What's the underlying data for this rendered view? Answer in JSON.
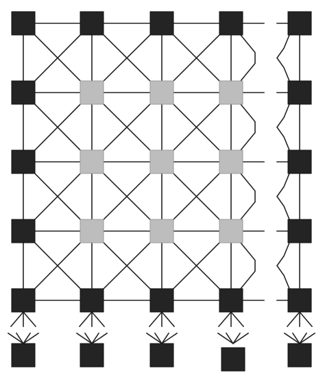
{
  "diagram": {
    "kind": "square grid network with boundary and interior nodes",
    "colors": {
      "boundary_node": "#242424",
      "interior_node": "#bdbdbd",
      "edge": "#222222",
      "background": "#ffffff"
    },
    "rows": 6,
    "columns": 5,
    "interior_node_rows": 3,
    "interior_node_columns": 3
  }
}
